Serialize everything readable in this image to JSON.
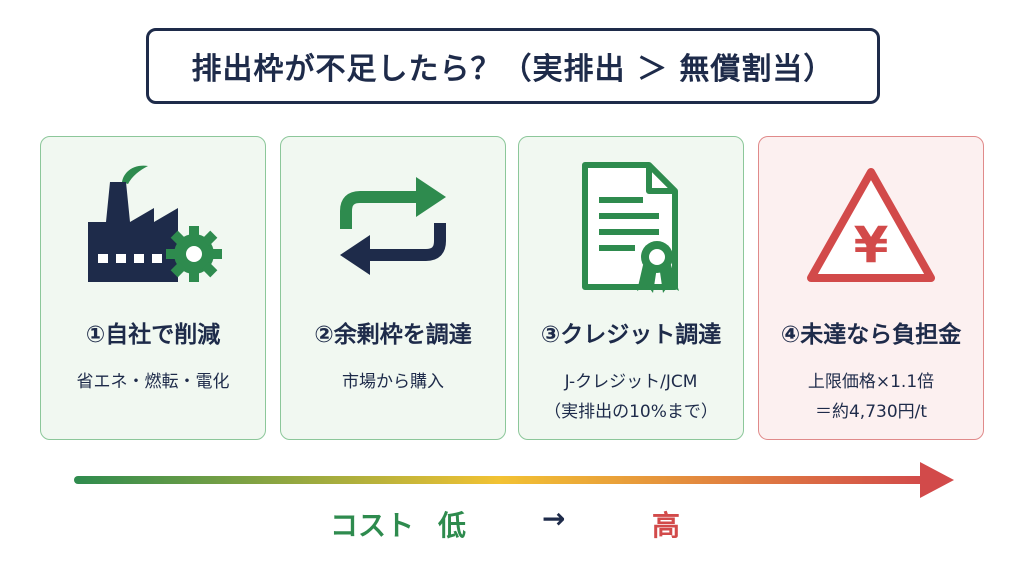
{
  "title": "排出枠が不足したら？（実排出 ＞ 無償割当）",
  "colors": {
    "navy": "#1e2b4a",
    "green": "#2e8b4e",
    "red": "#d24a4a",
    "green_card_bg": "#f1f8f1",
    "red_card_bg": "#fcf0f0"
  },
  "cards": [
    {
      "icon": "factory-gear-icon",
      "title": "①自社で削減",
      "desc": [
        "省エネ・燃転・電化"
      ]
    },
    {
      "icon": "exchange-arrows-icon",
      "title": "②余剰枠を調達",
      "desc": [
        "市場から購入"
      ]
    },
    {
      "icon": "certificate-icon",
      "title": "③クレジット調達",
      "desc": [
        "J-クレジット/JCM",
        "（実排出の10%まで）"
      ]
    },
    {
      "icon": "yen-warning-icon",
      "title": "④未達なら負担金",
      "desc": [
        "上限価格×1.1倍",
        "＝約4,730円/t"
      ]
    }
  ],
  "cost_scale": {
    "label": "コスト",
    "low": "低",
    "arrow": "→",
    "high": "高"
  }
}
